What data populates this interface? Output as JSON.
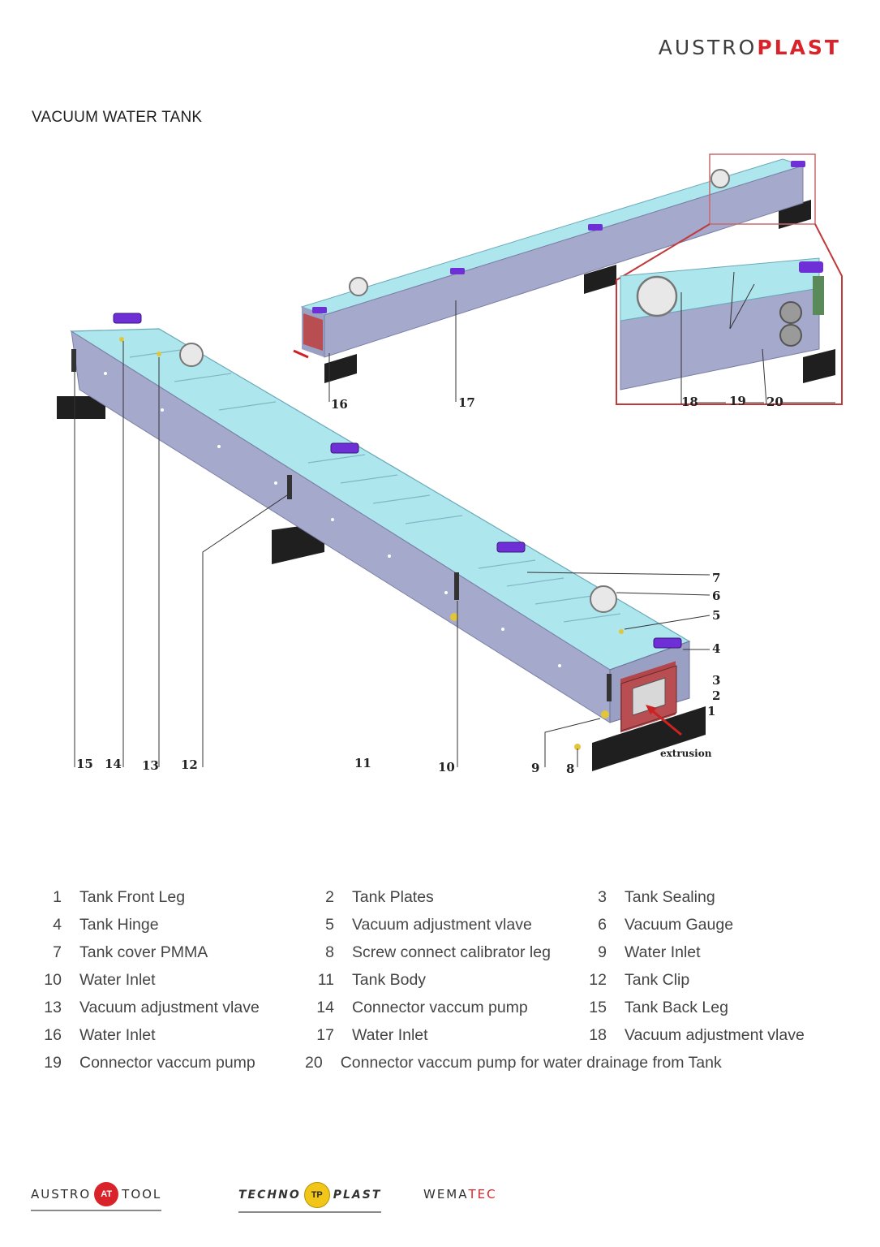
{
  "header": {
    "brand_part1": "AUSTRO",
    "brand_part2": "PLAST",
    "brand_color": "#d9232a"
  },
  "title": "VACUUM WATER TANK",
  "drawing": {
    "callouts": [
      "1",
      "2",
      "3",
      "4",
      "5",
      "6",
      "7",
      "8",
      "9",
      "10",
      "11",
      "12",
      "13",
      "14",
      "15",
      "16",
      "17",
      "18",
      "19",
      "20"
    ],
    "extrusion_label": "extrusion",
    "colors": {
      "tank_fill": "#aee6ee",
      "tank_side": "#a5a9cc",
      "hinge": "#6f2fd6",
      "leg": "#222222",
      "detail_frame": "#c0393b"
    }
  },
  "legend": [
    {
      "num": "1",
      "label": "Tank Front Leg"
    },
    {
      "num": "2",
      "label": "Tank Plates"
    },
    {
      "num": "3",
      "label": "Tank Sealing"
    },
    {
      "num": "4",
      "label": "Tank Hinge"
    },
    {
      "num": "5",
      "label": "Vacuum adjustment vlave"
    },
    {
      "num": "6",
      "label": "Vacuum Gauge"
    },
    {
      "num": "7",
      "label": "Tank cover PMMA"
    },
    {
      "num": "8",
      "label": "Screw connect calibrator leg"
    },
    {
      "num": "9",
      "label": "Water Inlet"
    },
    {
      "num": "10",
      "label": "Water Inlet"
    },
    {
      "num": "11",
      "label": "Tank Body"
    },
    {
      "num": "12",
      "label": "Tank Clip"
    },
    {
      "num": "13",
      "label": "Vacuum adjustment vlave"
    },
    {
      "num": "14",
      "label": "Connector vaccum pump"
    },
    {
      "num": "15",
      "label": "Tank Back Leg"
    },
    {
      "num": "16",
      "label": "Water Inlet"
    },
    {
      "num": "17",
      "label": "Water Inlet"
    },
    {
      "num": "18",
      "label": "Vacuum adjustment vlave"
    },
    {
      "num": "19",
      "label": "Connector vaccum pump"
    },
    {
      "num": "20",
      "label": "Connector vaccum pump for water drainage from Tank"
    }
  ],
  "footer": {
    "logo1_left": "AUSTRO",
    "logo1_badge": "AT",
    "logo1_right": "TOOL",
    "logo2_left": "TECHNO",
    "logo2_badge": "TP",
    "logo2_right": "PLAST",
    "logo3_left": "WEMA",
    "logo3_right": "TEC"
  }
}
